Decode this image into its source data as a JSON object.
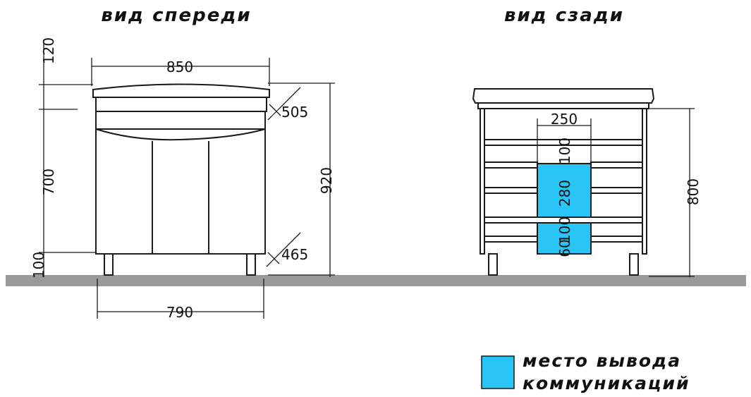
{
  "views": {
    "front": {
      "title": "вид спереди",
      "dimensions": {
        "top_width": "850",
        "bottom_width": "790",
        "top_height": "120",
        "middle_height": "700",
        "bottom_height": "100",
        "total_height": "920",
        "upper_depth": "505",
        "lower_depth": "465"
      }
    },
    "back": {
      "title": "вид сзади",
      "dimensions": {
        "opening_width": "250",
        "offset_100_top": "100",
        "opening_height": "280",
        "offset_100_bottom": "100",
        "offset_60": "60",
        "total_height": "800"
      }
    }
  },
  "legend": {
    "line1": "место вывода",
    "line2": "коммуникаций"
  },
  "colors": {
    "communication_area": "#29c5f6",
    "floor": "#9a9a9a",
    "line": "#1a1a1a"
  }
}
